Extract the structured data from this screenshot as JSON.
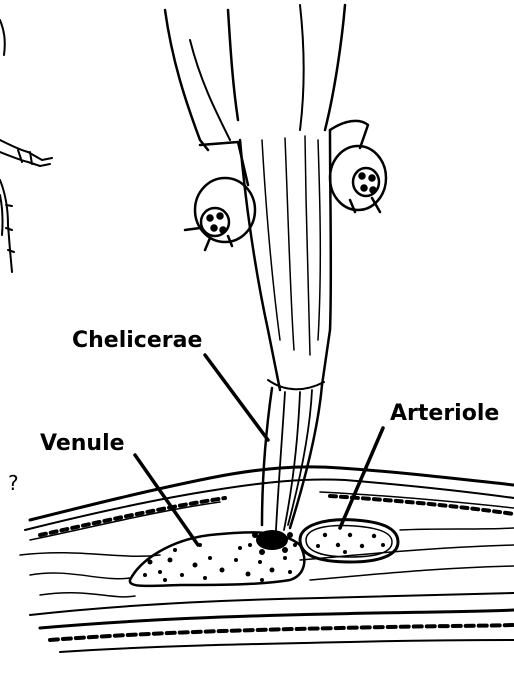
{
  "labels": {
    "chelicerae": "Chelicerae",
    "venule": "Venule",
    "arteriole": "Arteriole",
    "question_mark": "?"
  },
  "colors": {
    "ink": "#000000",
    "background": "#ffffff"
  }
}
